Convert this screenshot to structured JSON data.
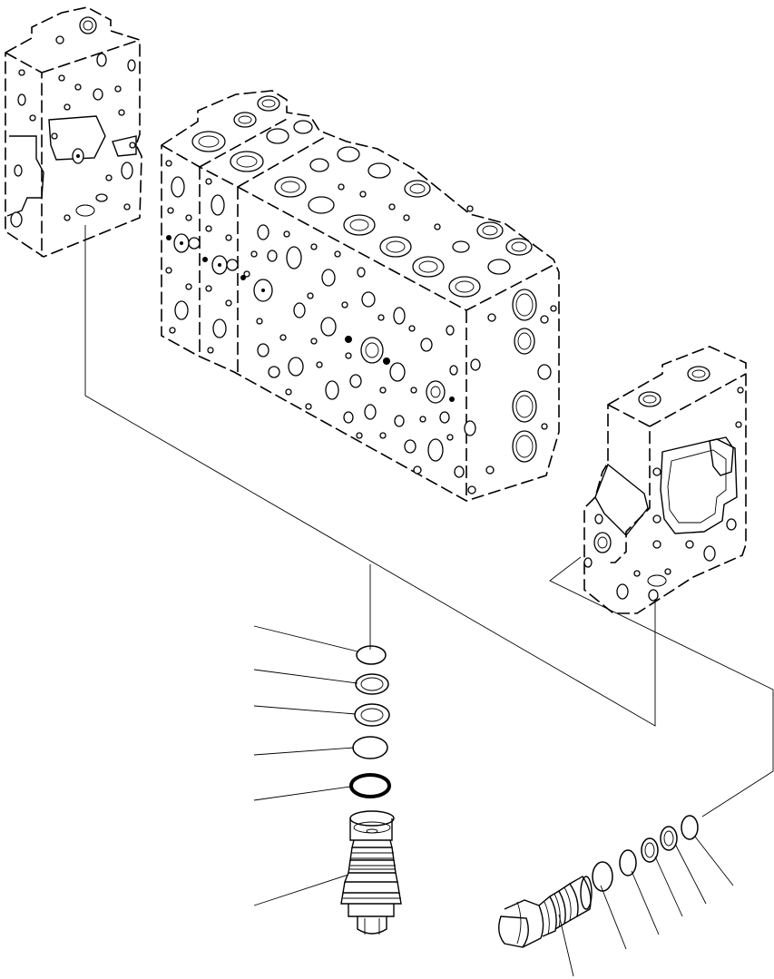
{
  "figure": {
    "kind": "exploded parts drawing",
    "colors": {
      "line": "#000000",
      "background": "#ffffff"
    },
    "parts": [
      "left-end-section",
      "main-valve-block",
      "right-end-section",
      "vertical-stack-o-ring-1",
      "vertical-stack-backup-ring-2",
      "vertical-stack-backup-ring-3",
      "vertical-stack-o-ring-4",
      "vertical-stack-o-ring-5",
      "vertical-cartridge-valve",
      "horizontal-cartridge-valve",
      "horizontal-stack-o-ring-1",
      "horizontal-stack-o-ring-2",
      "horizontal-stack-backup-ring-3",
      "horizontal-stack-backup-ring-4",
      "horizontal-stack-o-ring-5"
    ]
  }
}
